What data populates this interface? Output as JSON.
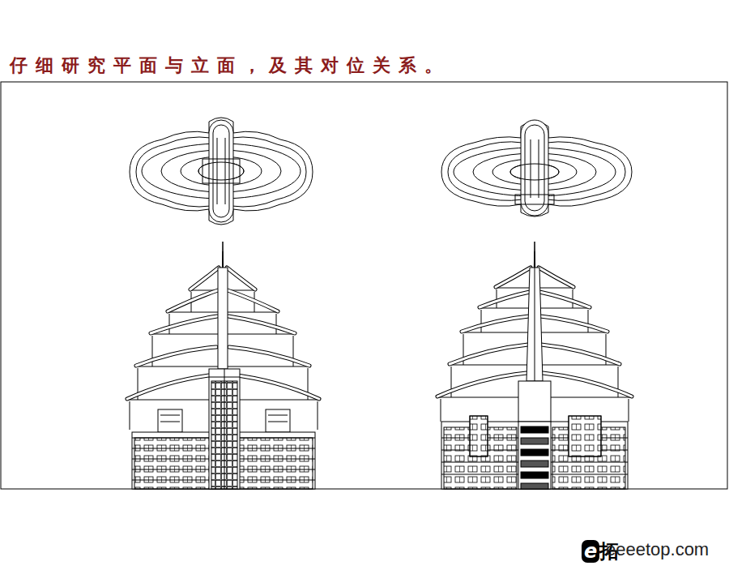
{
  "diagram": {
    "title": "仔细研究平面与立面，及其对位关系。",
    "labels": [
      "e拓",
      "eeeetop.com"
    ]
  }
}
